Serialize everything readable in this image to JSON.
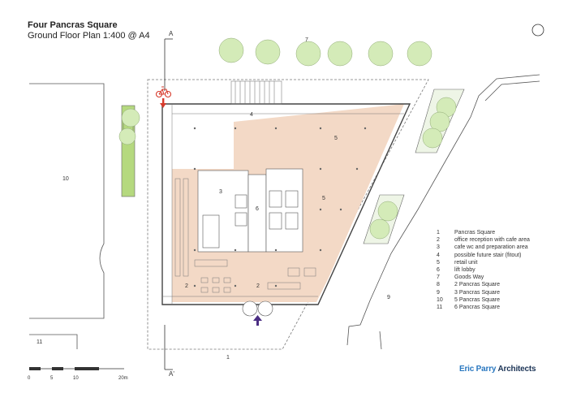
{
  "title": "Four Pancras Square",
  "subtitle": "Ground Floor Plan 1:400 @ A4",
  "section_marks": {
    "top": "A",
    "bottom": "A'"
  },
  "plan_labels": {
    "l1": "1",
    "l2a": "2",
    "l2b": "2",
    "l3": "3",
    "l4": "4",
    "l5a": "5",
    "l5b": "5",
    "l6": "6",
    "l7": "7",
    "l9": "9",
    "l10": "10",
    "l11": "11"
  },
  "legend": [
    {
      "num": "1",
      "text": "Pancras Square"
    },
    {
      "num": "2",
      "text": "office reception with cafe area"
    },
    {
      "num": "3",
      "text": "cafe wc and preparation area"
    },
    {
      "num": "4",
      "text": "possible future stair (fitout)"
    },
    {
      "num": "5",
      "text": "retail unit"
    },
    {
      "num": "6",
      "text": "lift lobby"
    },
    {
      "num": "7",
      "text": "Goods Way"
    },
    {
      "num": "8",
      "text": "2 Pancras Square"
    },
    {
      "num": "9",
      "text": "3 Pancras Square"
    },
    {
      "num": "10",
      "text": "5 Pancras Square"
    },
    {
      "num": "11",
      "text": "6 Pancras Square"
    }
  ],
  "scale_bar": {
    "labels": [
      "0",
      "5",
      "10",
      "20m"
    ]
  },
  "brand": {
    "part1": "Eric Parry",
    "part2": "Architects"
  },
  "icons": [
    "north-arrow-icon",
    "bicycle-icon",
    "entrance-arrow-icon"
  ],
  "colors": {
    "floor_fill": "#f3d9c6",
    "tree_fill": "#d4ebb8",
    "green_strip": "#b5d97f",
    "bicycle_red": "#d63a2b",
    "entrance_purple": "#4b2e83",
    "brand_blue": "#2a78c0",
    "brand_navy": "#1d3557"
  }
}
